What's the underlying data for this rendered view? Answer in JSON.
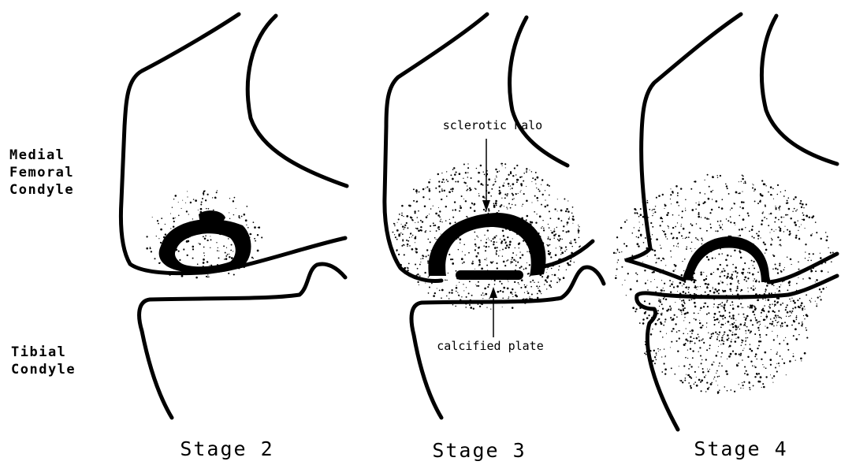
{
  "labels": {
    "femoral": [
      "Medial",
      "Femoral",
      "Condyle"
    ],
    "tibial": [
      "Tibial",
      "Condyle"
    ]
  },
  "stages": [
    {
      "label": "Stage 2"
    },
    {
      "label": "Stage 3"
    },
    {
      "label": "Stage 4"
    }
  ],
  "annotations": {
    "sclerotic_halo": "sclerotic halo",
    "calcified_plate": "calcified plate"
  },
  "colors": {
    "ink": "#000000",
    "background": "#ffffff"
  }
}
